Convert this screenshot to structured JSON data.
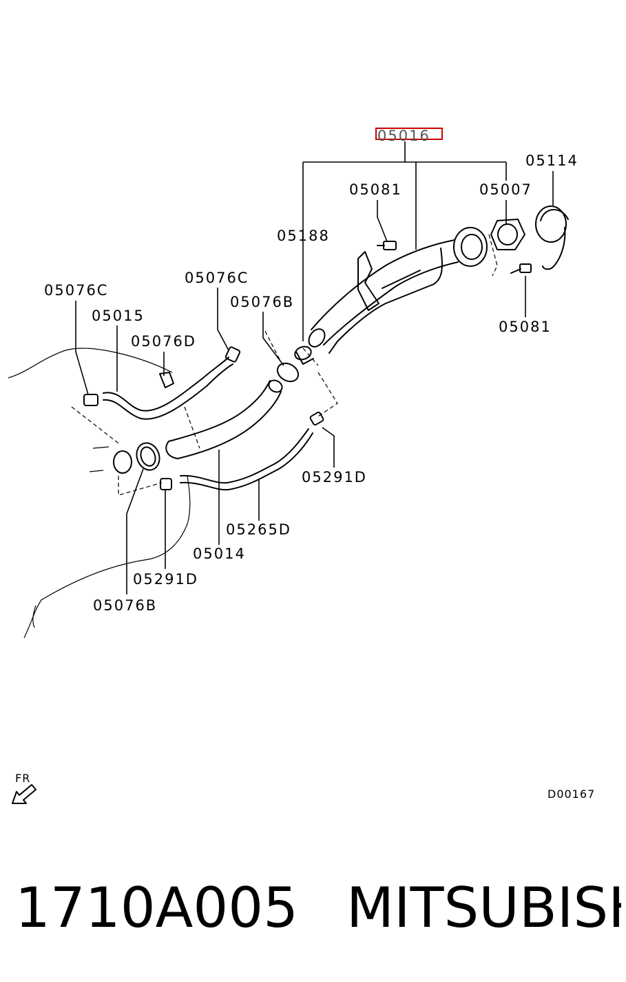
{
  "diagram": {
    "highlighted_part": "05016",
    "labels": {
      "p05016": "05016",
      "p05114": "05114",
      "p05081_top": "05081",
      "p05007": "05007",
      "p05188": "05188",
      "p05076C_left": "05076C",
      "p05076C_mid": "05076C",
      "p05015": "05015",
      "p05076B_top": "05076B",
      "p05076D": "05076D",
      "p05081_right": "05081",
      "p05291D_right": "05291D",
      "p05265D": "05265D",
      "p05014": "05014",
      "p05291D_bottom": "05291D",
      "p05076B_bottom": "05076B"
    },
    "direction_label": "FR",
    "drawing_code": "D00167"
  },
  "caption": {
    "part_number": "1710A005",
    "brand": "MITSUBISHI"
  },
  "colors": {
    "highlight": "#d00000",
    "line": "#000000",
    "background": "#ffffff"
  }
}
